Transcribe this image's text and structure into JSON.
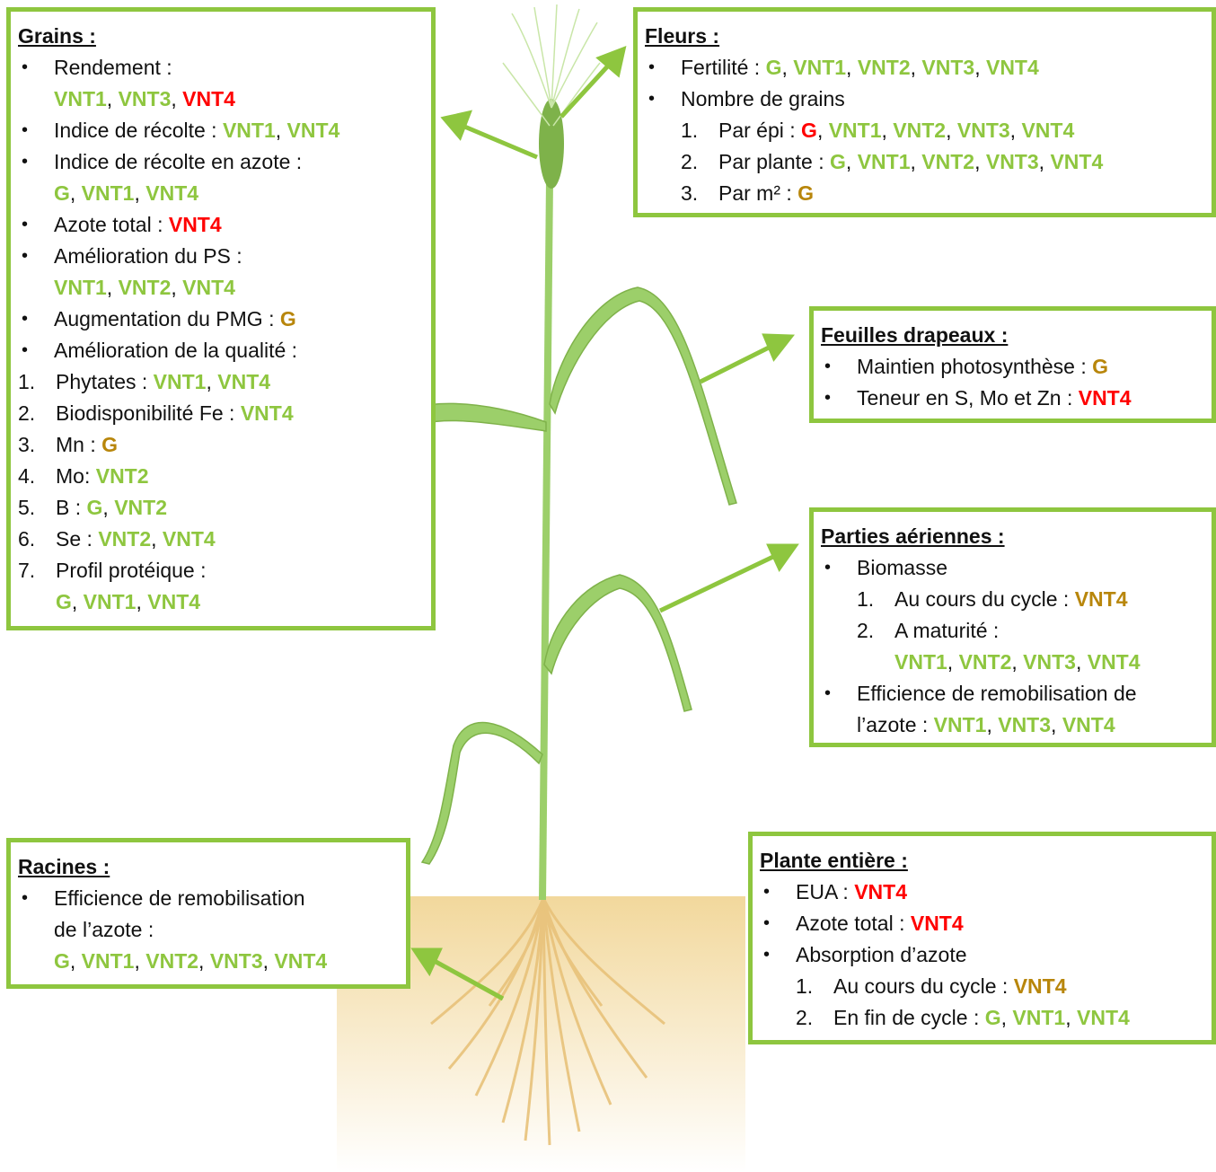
{
  "colors": {
    "green": "#8ec63f",
    "red": "#ff0000",
    "gold": "#b8860b",
    "stem": "#9ccf6a",
    "soil": "#f0d79a",
    "root": "#e8c070"
  },
  "grains": {
    "title": "Grains :",
    "rendement_label": "Rendement :",
    "indice_recolte_label": "Indice de récolte : ",
    "indice_azote_label": "Indice de récolte en azote :",
    "azote_total_label": "Azote total : ",
    "amelioration_ps_label": "Amélioration du PS :",
    "augmentation_pmg_label": "Augmentation du PMG : ",
    "amelioration_qualite_label": "Amélioration de la qualité :",
    "q1_label": "Phytates : ",
    "q2_label": "Biodisponibilité Fe : ",
    "q3_label": "Mn : ",
    "q4_label": "Mo: ",
    "q5_label": "B : ",
    "q6_label": "Se : ",
    "q7_label": "Profil protéique :"
  },
  "fleurs": {
    "title": "Fleurs :",
    "fertilite_label": "Fertilité : ",
    "nombre_label": "Nombre de grains",
    "n1_label": "Par épi : ",
    "n2_label": "Par plante : ",
    "n3_label": "Par m² : "
  },
  "feuilles": {
    "title": "Feuilles drapeaux :",
    "f1_label": "Maintien photosynthèse : ",
    "f2_label": "Teneur en S, Mo et Zn : "
  },
  "aeriennes": {
    "title": "Parties aériennes :",
    "biomasse_label": "Biomasse",
    "b1_label": "Au cours du cycle : ",
    "b2_label": "A maturité :",
    "eff_line1": "Efficience de remobilisation de",
    "eff_line2": "l’azote : "
  },
  "racines": {
    "title": "Racines :",
    "eff_line1": "Efficience de remobilisation",
    "eff_line2": "de l’azote :"
  },
  "entiere": {
    "title": "Plante entière :",
    "eua_label": "EUA : ",
    "azote_label": "Azote total : ",
    "absorption_label": "Absorption d’azote",
    "a1_label": "Au cours du cycle : ",
    "a2_label": "En fin de cycle : "
  },
  "tags": {
    "G": "G",
    "VNT1": "VNT1",
    "VNT2": "VNT2",
    "VNT3": "VNT3",
    "VNT4": "VNT4",
    "sep": ", "
  },
  "numbers": {
    "n1": "1.",
    "n2": "2.",
    "n3": "3.",
    "n4": "4.",
    "n5": "5.",
    "n6": "6.",
    "n7": "7."
  }
}
